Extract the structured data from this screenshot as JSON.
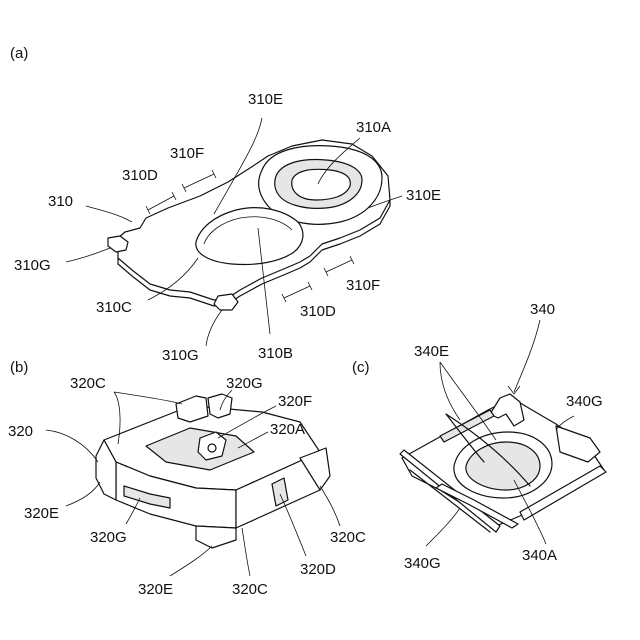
{
  "panels": [
    {
      "tag": "(a)",
      "labels": [
        "310E",
        "310A",
        "310F",
        "310D",
        "310",
        "310E",
        "310G",
        "310F",
        "310C",
        "310D",
        "310G",
        "310B"
      ]
    },
    {
      "tag": "(b)",
      "labels": [
        "320C",
        "320G",
        "320F",
        "320",
        "320A",
        "320E",
        "320G",
        "320C",
        "320D",
        "320E",
        "320C"
      ]
    },
    {
      "tag": "(c)",
      "labels": [
        "340",
        "340E",
        "340G",
        "340G",
        "340A"
      ]
    }
  ]
}
